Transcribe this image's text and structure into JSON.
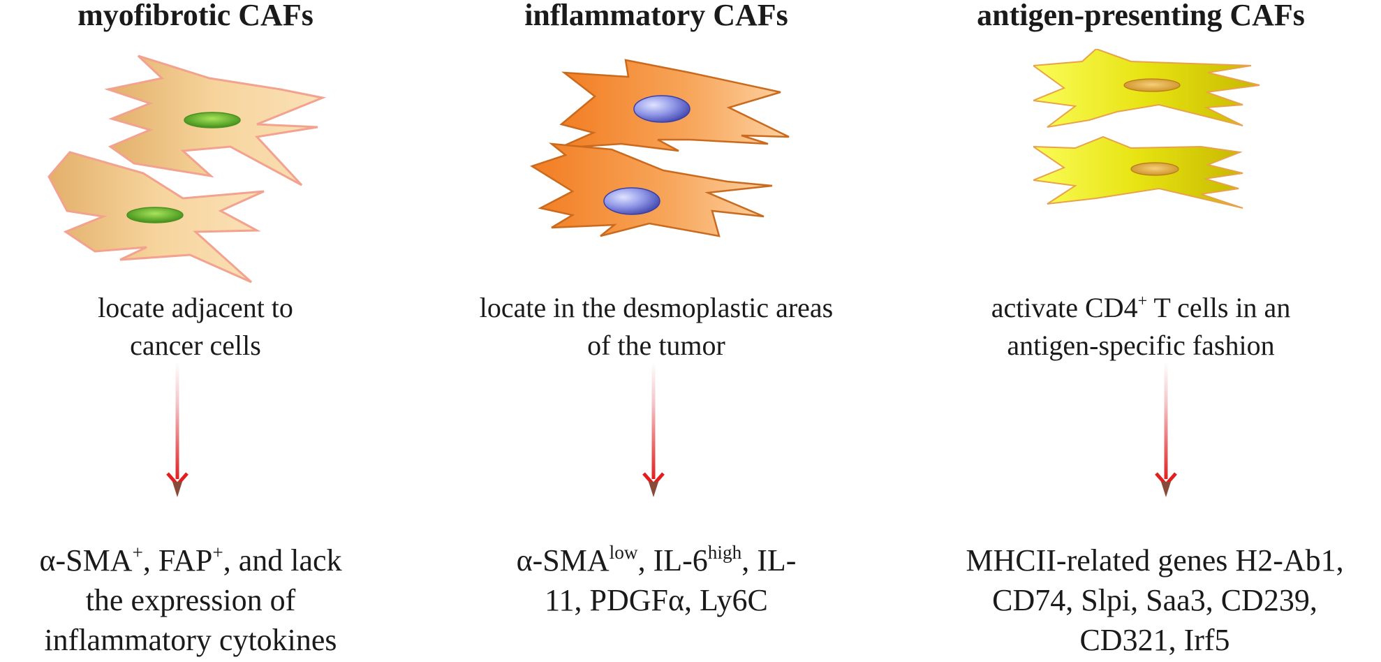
{
  "columns": [
    {
      "title": "myofibrotic CAFs",
      "location_line1": "locate adjacent to",
      "location_line2": "cancer cells",
      "markers": {
        "a": "α-SMA",
        "a_sup": "+",
        "b": ", FAP",
        "b_sup": "+",
        "c": ",  and lack",
        "line2": "the expression of",
        "line3": "inflammatory cytokines"
      },
      "colors": {
        "body": "#f0c585",
        "edge": "#f5a48f",
        "nucleus": "#6ab82c"
      }
    },
    {
      "title": "inflammatory CAFs",
      "location_line1": "locate in the desmoplastic areas",
      "location_line2": "of the tumor",
      "markers": {
        "a": "α-SMA",
        "a_sup": "low",
        "b": ", IL-6",
        "b_sup": "high",
        "c": ", IL-",
        "line2": "11, PDGFα, Ly6C"
      },
      "colors": {
        "body": "#f6913c",
        "edge": "#c96a1e",
        "nucleus": "#7a80d6"
      }
    },
    {
      "title": "antigen-presenting CAFs",
      "location_line1_a": "activate CD4",
      "location_line1_sup": "+",
      "location_line1_b": " T cells in an",
      "location_line2": "antigen-specific fashion",
      "markers": {
        "line1": "MHCII-related genes H2-Ab1,",
        "line2": "CD74, Slpi, Saa3, CD239,",
        "line3": "CD321, Irf5"
      },
      "colors": {
        "body": "#e6e21a",
        "edge": "#e8a24a",
        "nucleus": "#e0a83a"
      }
    }
  ],
  "arrow_color": "#e02020"
}
